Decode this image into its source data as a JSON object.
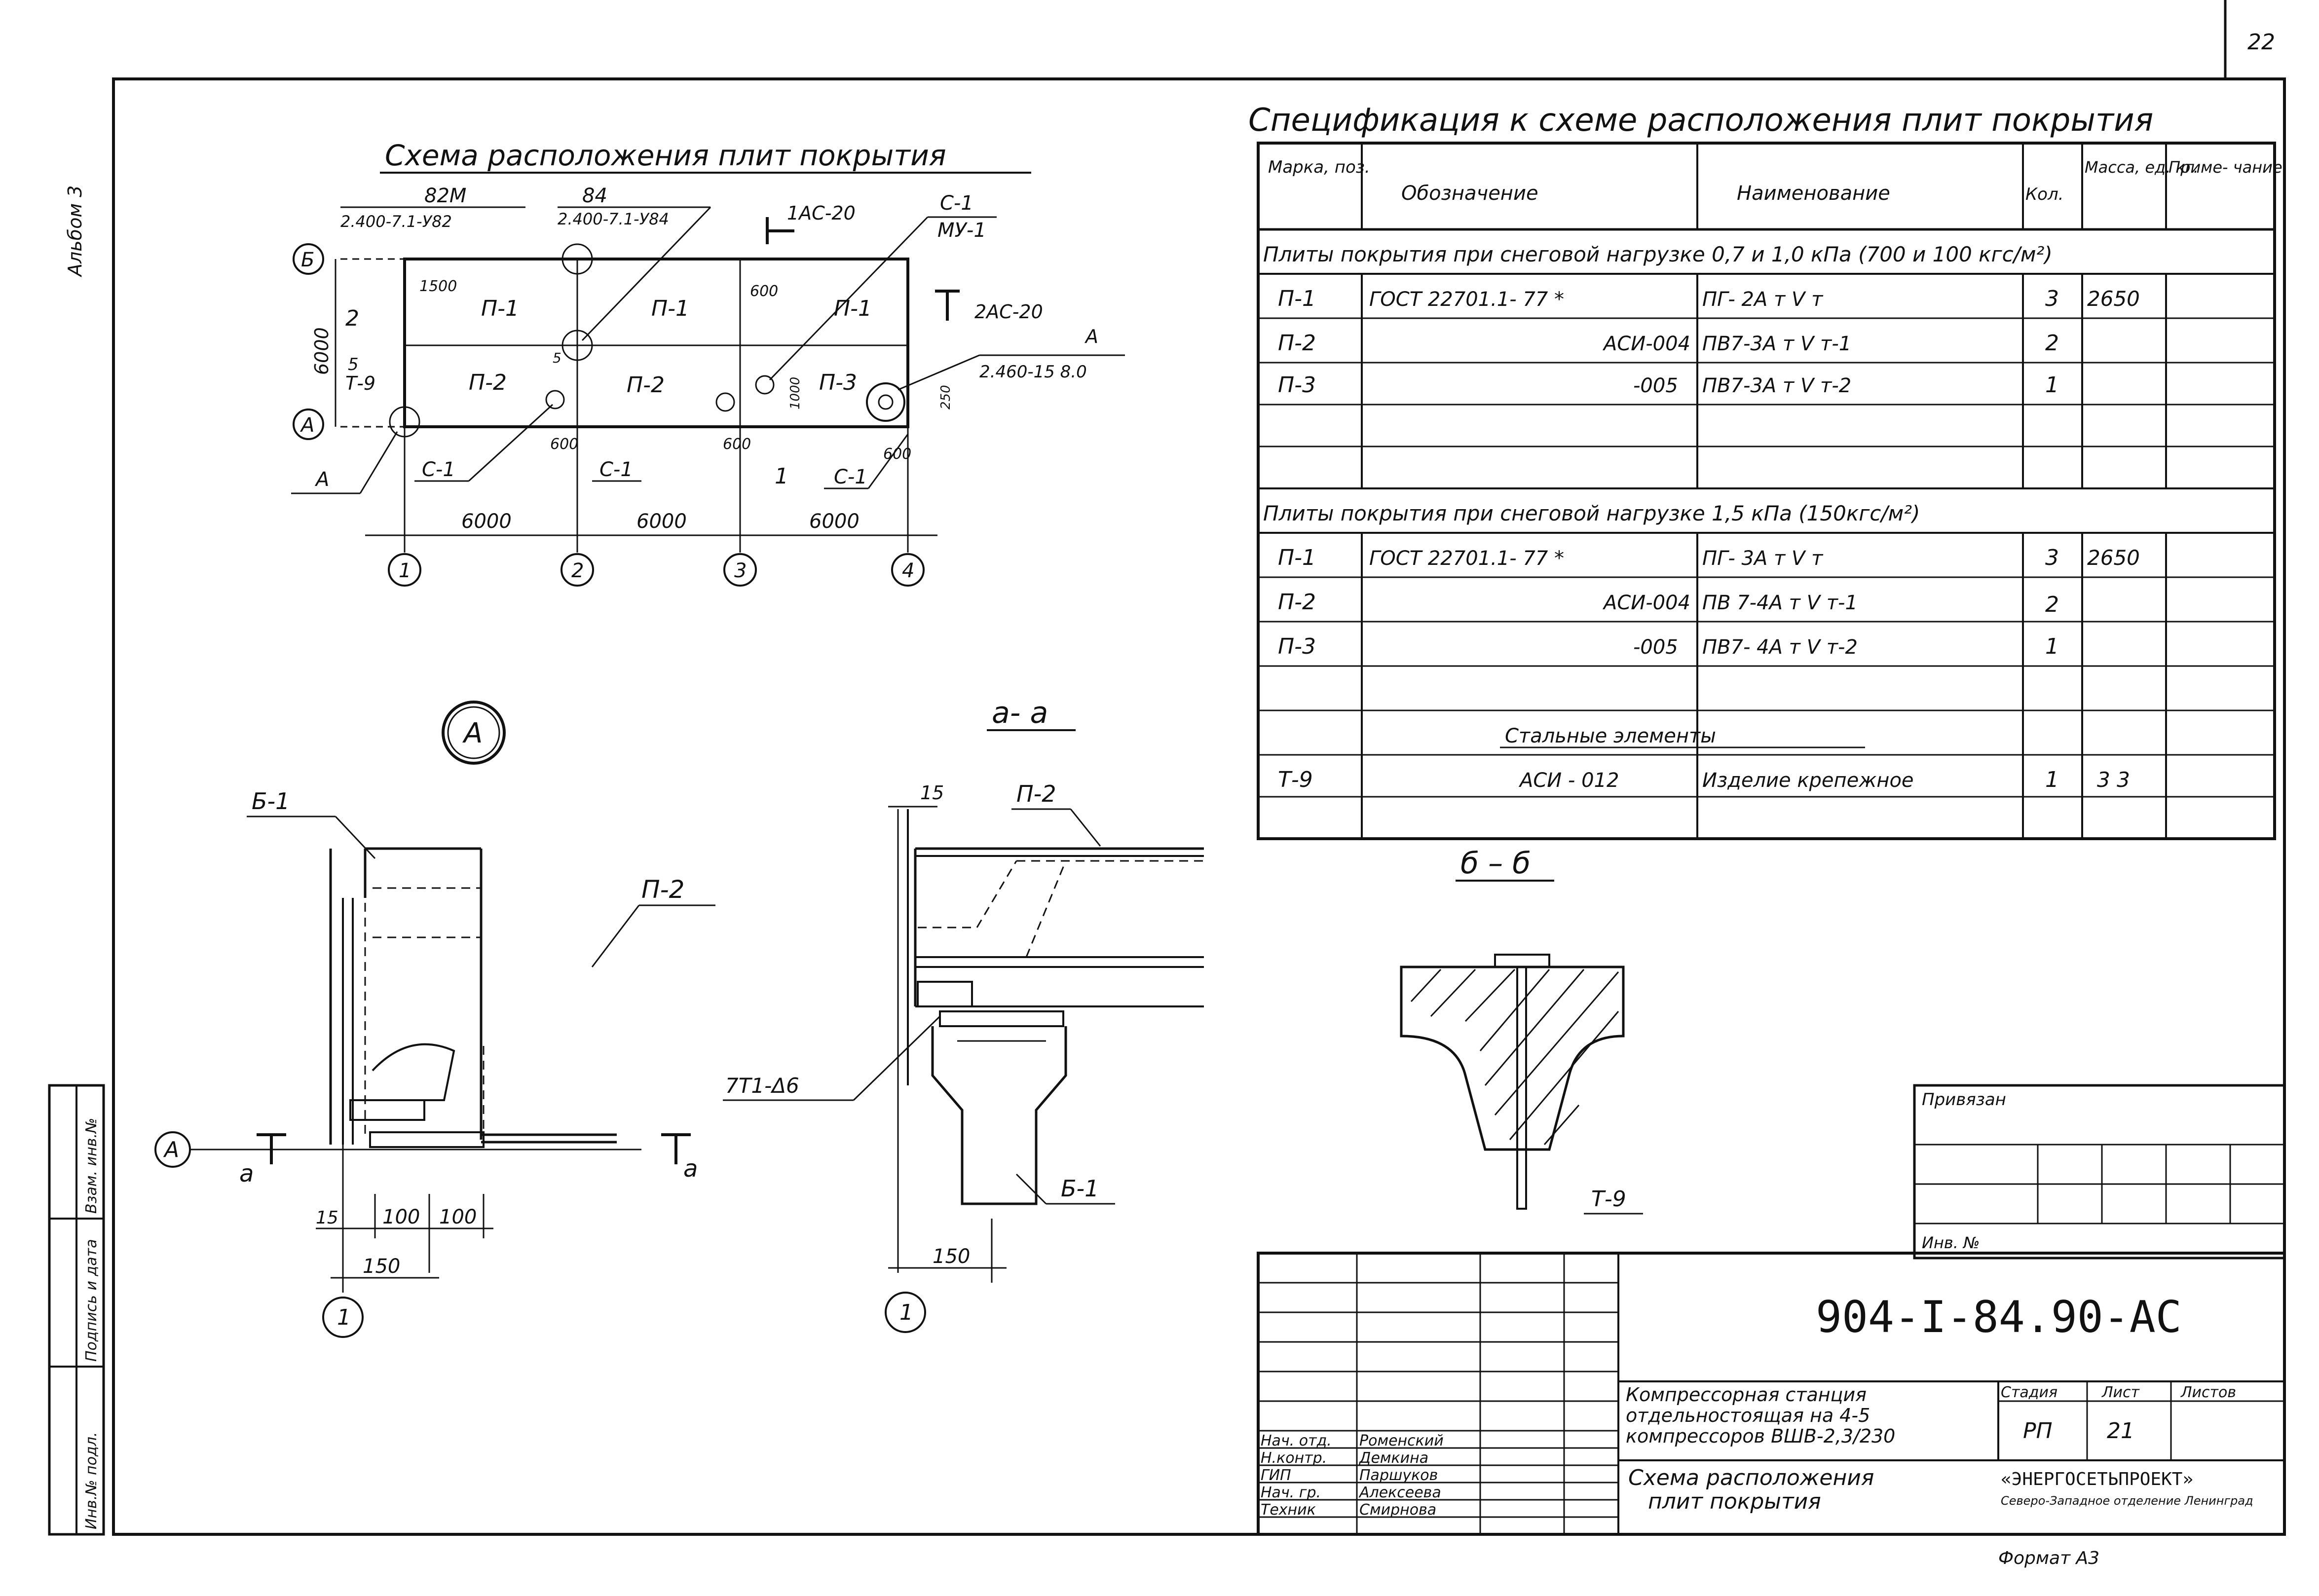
{
  "sheet": {
    "number": "22",
    "album": "Альбом 3",
    "format": "Формат А3"
  },
  "side_stamp": {
    "inv_podl": "Инв.№ подл.",
    "sign_date": "Подпись и дата",
    "vzam": "Взам. инв.№"
  },
  "plan": {
    "title": "Схема расположения плит покрытия",
    "refs": {
      "r82m": "82М",
      "r82m_code": "2.400-7.1-У82",
      "r84": "84",
      "r84_code": "2.400-7.1-У84",
      "r1ac20": "1АС-20",
      "c1": "С-1",
      "my1": "МУ-1",
      "r2ac20": "2АС-20",
      "a_right": "А",
      "code_right": "2.460-15 8.0",
      "a_left": "А"
    },
    "axes": {
      "row_b": "Б",
      "row_a": "А",
      "c1": "1",
      "c2": "2",
      "c3": "3",
      "c4": "4"
    },
    "dims": {
      "d6000_v": "6000",
      "d6000_1": "6000",
      "d6000_2": "6000",
      "d6000_3": "6000",
      "d1500": "1500",
      "d600_a": "600",
      "d600_b": "600",
      "d600_c": "600",
      "d600_d": "600",
      "d1000": "1000",
      "d250": "250",
      "d2": "2",
      "d5": "5",
      "d5b": "5",
      "d1": "1"
    },
    "labels": {
      "p1a": "П-1",
      "p1b": "П-1",
      "p1c": "П-1",
      "p2a": "П-2",
      "p2b": "П-2",
      "p3": "П-3",
      "t9": "Т-9",
      "c1a": "С-1",
      "c1b": "С-1",
      "c1c": "С-1"
    }
  },
  "detail_a": {
    "marker": "А",
    "b1": "Б-1",
    "p2": "П-2",
    "axis_a": "А",
    "sec_a1": "а",
    "sec_a2": "а",
    "d15": "15",
    "d100a": "100",
    "d100b": "100",
    "d150": "150",
    "axis1": "1"
  },
  "section_aa": {
    "title": "а- а",
    "d15": "15",
    "p2": "П-2",
    "weld": "7Т1-Δ6",
    "b1": "Б-1",
    "d150": "150",
    "axis1": "1"
  },
  "section_bb": {
    "title": "б – б",
    "t9": "Т-9"
  },
  "spec": {
    "title": "Спецификация к схеме расположения плит покрытия",
    "headers": [
      "Марка, поз.",
      "Обозначение",
      "Наименование",
      "Кол.",
      "Масса, ед. кг.",
      "Приме- чание"
    ],
    "group1": "Плиты покрытия при снеговой нагрузке 0,7 и 1,0 кПа (700 и 100 кгс/м²)",
    "rows1": [
      {
        "mark": "П-1",
        "doc": "ГОСТ 22701.1- 77 *",
        "name": "ПГ- 2А т Ⅴ т",
        "qty": "3",
        "mass": "2650"
      },
      {
        "mark": "П-2",
        "doc": "АСИ-004",
        "name": "ПВ7-3А т Ⅴ т-1",
        "qty": "2",
        "mass": ""
      },
      {
        "mark": "П-3",
        "doc": "-005",
        "name": "ПВ7-3А т Ⅴ т-2",
        "qty": "1",
        "mass": ""
      }
    ],
    "group2": "Плиты покрытия при снеговой нагрузке 1,5 кПа (150кгс/м²)",
    "rows2": [
      {
        "mark": "П-1",
        "doc": "ГОСТ 22701.1- 77 *",
        "name": "ПГ- 3А т Ⅴ т",
        "qty": "3",
        "mass": "2650"
      },
      {
        "mark": "П-2",
        "doc": "АСИ-004",
        "name": "ПВ 7-4А т Ⅴ т-1",
        "qty": "2",
        "mass": ""
      },
      {
        "mark": "П-3",
        "doc": "-005",
        "name": "ПВ7- 4А т Ⅴ т-2",
        "qty": "1",
        "mass": ""
      }
    ],
    "group3": "Стальные элементы",
    "rows3": [
      {
        "mark": "Т-9",
        "doc": "АСИ - 012",
        "name": "Изделие крепежное",
        "qty": "1",
        "mass": "3 3"
      }
    ]
  },
  "title_block": {
    "privyazan": "Привязан",
    "inv_no": "Инв. №",
    "code": "904-I-84.90-АС",
    "project": "Компрессорная станция отдельностоящая на 4-5 компрессоров ВШВ-2,3/230",
    "drawing": "Схема расположения плит покрытия",
    "stage_h": "Стадия",
    "list_h": "Лист",
    "lists_h": "Листов",
    "stage": "РП",
    "list": "21",
    "org": "«ЭНЕРГОСЕТЬПРОЕКТ»",
    "org_sub": "Северо-Западное отделение Ленинград",
    "staff": [
      {
        "role": "Нач. отд.",
        "name": "Роменский"
      },
      {
        "role": "Н.контр.",
        "name": "Демкина"
      },
      {
        "role": "ГИП",
        "name": "Паршуков"
      },
      {
        "role": "Нач. гр.",
        "name": "Алексеева"
      },
      {
        "role": "Техник",
        "name": "Смирнова"
      }
    ]
  }
}
